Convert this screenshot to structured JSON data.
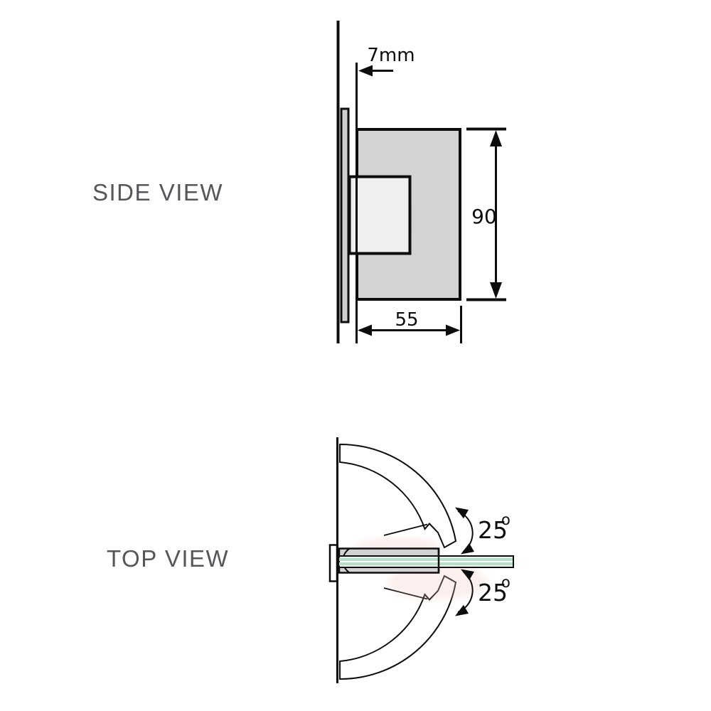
{
  "side_view": {
    "label": "SIDE VIEW",
    "dim_offset": "7mm",
    "dim_height": "90",
    "dim_width": "55"
  },
  "top_view": {
    "label": "TOP VIEW",
    "angle_upper_value": "25",
    "angle_upper_unit": "o",
    "angle_lower_value": "25",
    "angle_lower_unit": "o"
  },
  "colors": {
    "line": "#0d0d0d",
    "metal_gray": "#d3d3d3",
    "strip_gray": "#cfcfcf",
    "clamp_white": "#f0efee",
    "glass_green": "#b9dfca",
    "label_gray": "#55565a"
  }
}
